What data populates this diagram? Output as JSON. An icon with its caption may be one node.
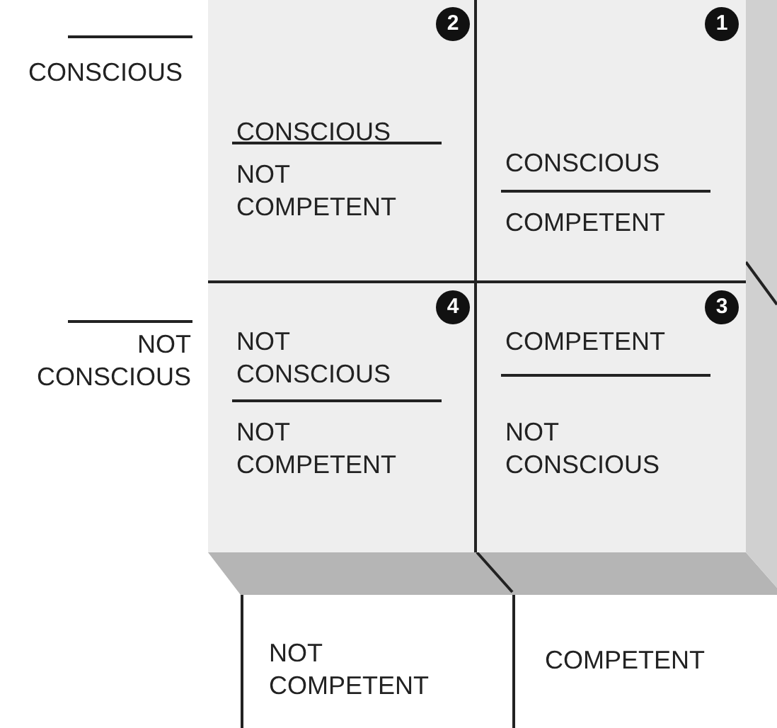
{
  "diagram": {
    "nodes": [
      {
        "text": [
          "2",
          "CONSCIOUS",
          "NOT COMPETENT"
        ]
      },
      {
        "text": [
          "1",
          "CONSCIOUS",
          "COMPETENT"
        ]
      },
      {
        "text": [
          "4",
          "NOT CONSCIOUS",
          "NOT COMPETENT"
        ]
      },
      {
        "text": [
          "3",
          "COMPETENT",
          "NOT CONSCIOUS"
        ]
      }
    ],
    "labels": [
      "CONSCIOUS",
      "NOT CONSCIOUS",
      "NOT COMPETENT",
      "COMPETENT"
    ]
  }
}
